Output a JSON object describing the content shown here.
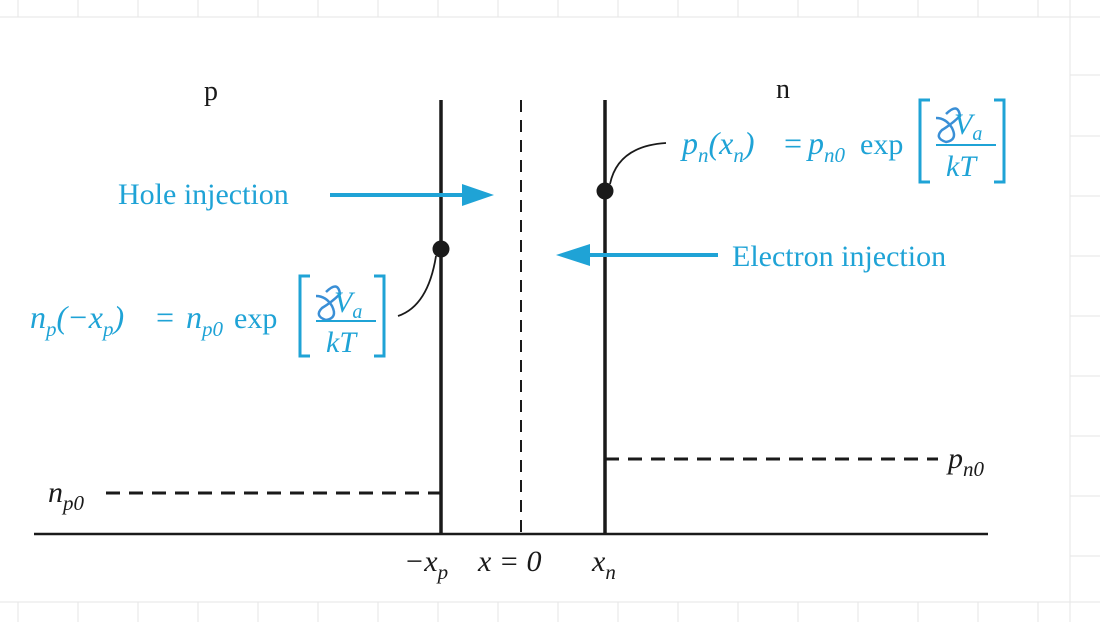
{
  "regions": {
    "p_label": "p",
    "n_label": "n"
  },
  "injection": {
    "hole": "Hole injection",
    "electron": "Electron injection"
  },
  "boundary_left": {
    "lhs_n": "n",
    "lhs_sub": "p",
    "lhs_paren": "(−x",
    "lhs_sub2": "p",
    "lhs_close": ")",
    "eq": "=",
    "rhs_n": "n",
    "rhs_sub": "p0",
    "exp": "exp",
    "num_V": "V",
    "num_sub": "a",
    "den": "kT"
  },
  "boundary_right": {
    "lhs_p": "p",
    "lhs_sub": "n",
    "lhs_paren": "(x",
    "lhs_sub2": "n",
    "lhs_close": ")",
    "eq": "=",
    "rhs_p": "p",
    "rhs_sub": "n0",
    "exp": "exp",
    "num_V": "V",
    "num_sub": "a",
    "den": "kT"
  },
  "equilibrium": {
    "np0_n": "n",
    "np0_sub": "p0",
    "pn0_p": "p",
    "pn0_sub": "n0"
  },
  "axis": {
    "minus_xp_x": "−x",
    "minus_xp_sub": "p",
    "x0": "x = 0",
    "xn_x": "x",
    "xn_sub": "n"
  },
  "colors": {
    "accent": "#1fa3d6",
    "ink": "#3a8fd6",
    "line": "#1a1a1a",
    "grid": "#e2e2e2"
  }
}
